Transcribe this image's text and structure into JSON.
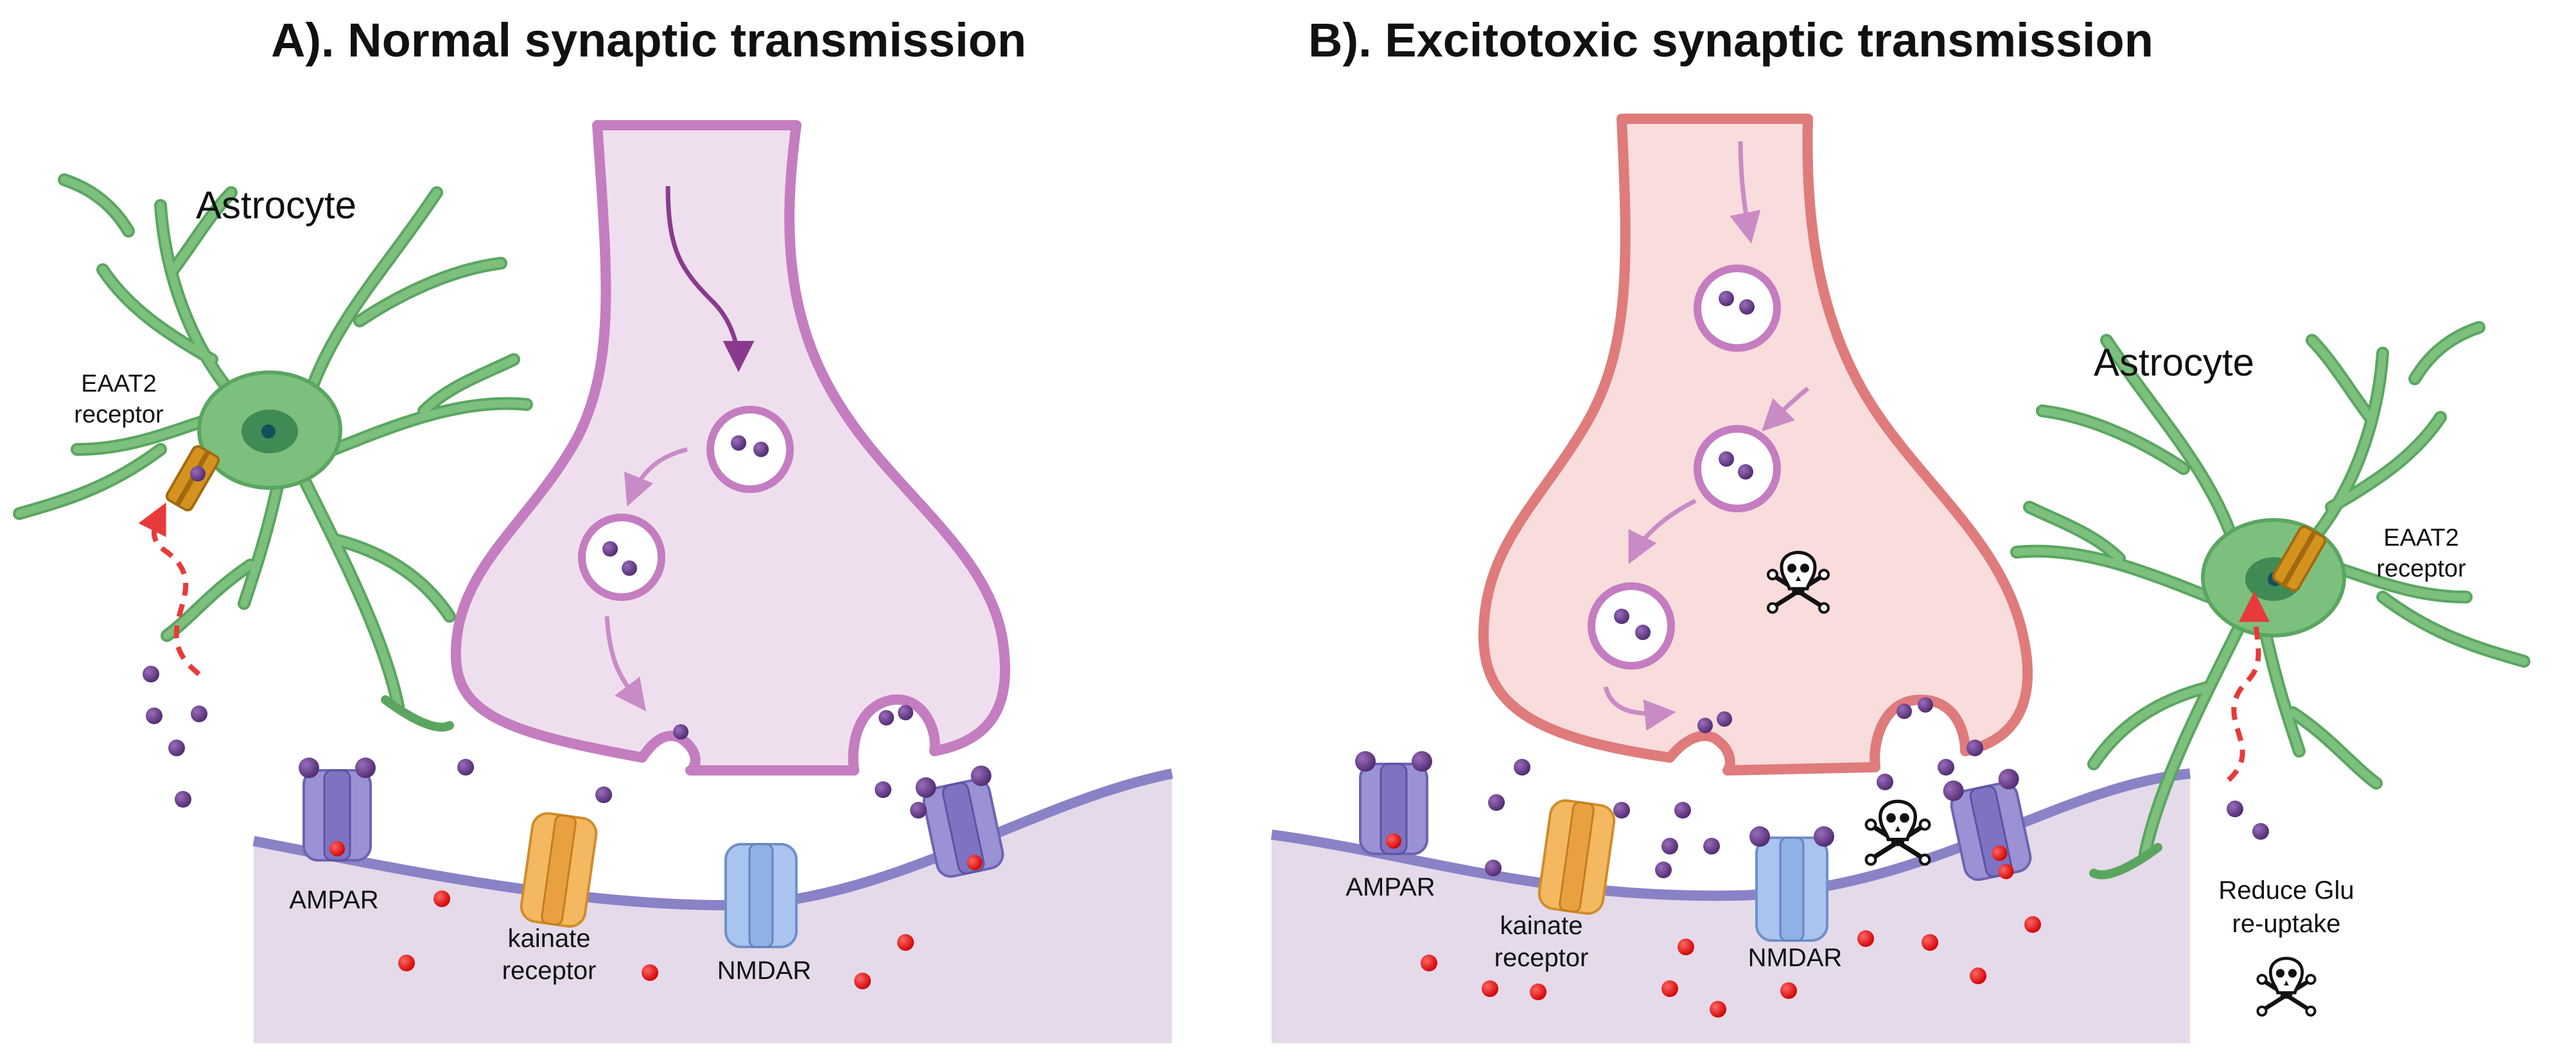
{
  "panels": [
    {
      "title": "A).  Normal synaptic transmission",
      "astrocyte_label": "Astrocyte",
      "transporter_label": [
        "EAAT2",
        "receptor"
      ],
      "receptor_labels": {
        "ampar": "AMPAR",
        "kainate": [
          "kainate",
          "receptor"
        ],
        "nmdar": "NMDAR"
      }
    },
    {
      "title": "B).  Excitotoxic synaptic transmission",
      "astrocyte_label": "Astrocyte",
      "transporter_label": [
        "EAAT2",
        "receptor"
      ],
      "receptor_labels": {
        "ampar": "AMPAR",
        "kainate": [
          "kainate",
          "receptor"
        ],
        "nmdar": "NMDAR"
      },
      "note": [
        "Reduce Glu",
        "re-uptake"
      ]
    }
  ],
  "colors": {
    "neuron_fill_normal": "#efdfee",
    "neuron_outline_normal": "#c47dc0",
    "neuron_fill_excitotoxic": "#f9dcdc",
    "neuron_outline_excitotoxic": "#df7b7b",
    "postsynaptic_fill": "#e4daea",
    "membrane": "#8a82c6",
    "astrocyte": "#7dc07d",
    "astrocyte_outline": "#4f9a55",
    "glutamate": "#6a3c8e",
    "calcium": "#ee1111",
    "uptake_arrow": "#e83a3a",
    "transporter": "#d4921f",
    "ampar": "#9a92d4",
    "kainate": "#f4b860",
    "nmdar": "#a9c4ee"
  },
  "icons": [
    "skull-crossbones-icon"
  ]
}
